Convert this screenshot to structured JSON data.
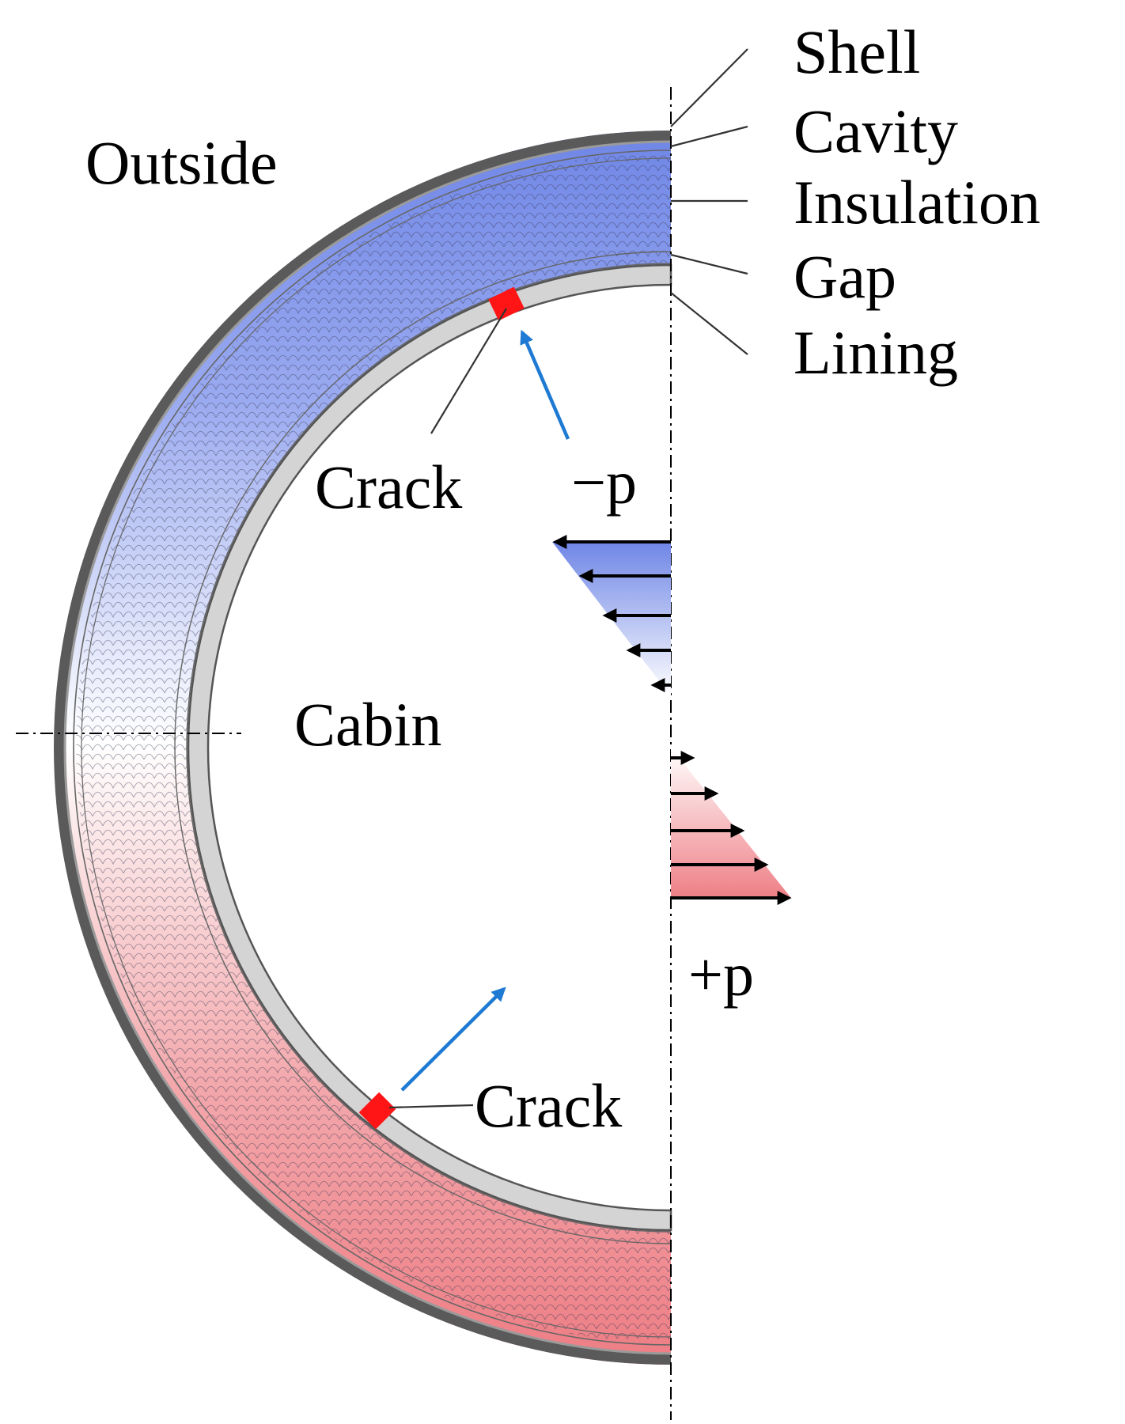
{
  "labels": {
    "outside": "Outside",
    "cabin": "Cabin",
    "crack_top": "Crack",
    "crack_bottom": "Crack",
    "neg_pressure": "−p",
    "pos_pressure": "+p"
  },
  "layers": [
    {
      "key": "shell",
      "label": "Shell"
    },
    {
      "key": "cavity",
      "label": "Cavity"
    },
    {
      "key": "insulation",
      "label": "Insulation"
    },
    {
      "key": "gap",
      "label": "Gap"
    },
    {
      "key": "lining",
      "label": "Lining"
    }
  ],
  "colors": {
    "top_blue": "#6f86e6",
    "bottom_red": "#ee7f86",
    "shell_gray": "#5a5a5a",
    "gap_gray": "#d4d4d4",
    "crack_red": "#ff1515",
    "flow_arrow_blue": "#1e7ad2"
  },
  "icons": {
    "flow_arrow": "arrow-up-right-icon",
    "pressure_arrow": "arrow-horizontal-icon"
  }
}
